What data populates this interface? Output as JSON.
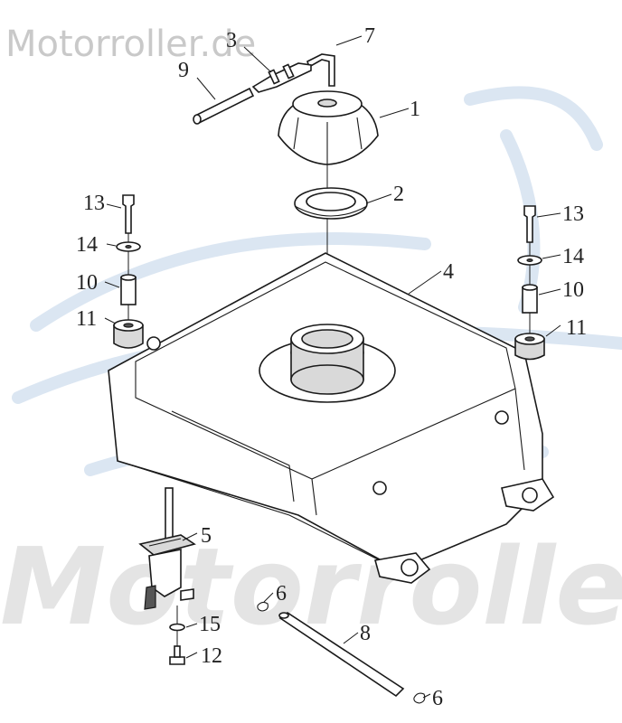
{
  "watermark": {
    "top_text": "Motorroller.de",
    "large_text": "Motorrolle"
  },
  "callouts": {
    "c1": "1",
    "c2": "2",
    "c3": "3",
    "c4": "4",
    "c5": "5",
    "c6a": "6",
    "c6b": "6",
    "c7": "7",
    "c8": "8",
    "c9": "9",
    "c10a": "10",
    "c10b": "10",
    "c11a": "11",
    "c11b": "11",
    "c12": "12",
    "c13a": "13",
    "c13b": "13",
    "c14a": "14",
    "c14b": "14",
    "c15": "15"
  },
  "colors": {
    "watermark_gray": "#c9c9c9",
    "watermark_blue": "#dbe6f2",
    "line": "#1a1a1a"
  }
}
